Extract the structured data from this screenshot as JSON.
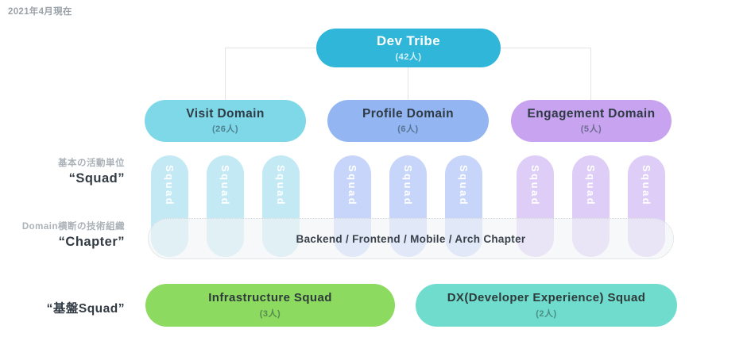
{
  "caption": "2021年4月現在",
  "colors": {
    "tribe": "#2fb6d9",
    "visit": "#7ed8e8",
    "profile": "#93b5f2",
    "engagement": "#c8a3f0",
    "visit_squad": "#c2e9f4",
    "profile_squad": "#c6d5f9",
    "engagement_squad": "#decdf7",
    "infrastructure": "#8cdb60",
    "dx": "#70dccd",
    "connector": "#e3e4e5",
    "dark_text": "#323a43",
    "muted_label": "#abb2b8"
  },
  "tribe": {
    "label": "Dev Tribe",
    "count": "(42人)"
  },
  "domains": [
    {
      "label": "Visit Domain",
      "count": "(26人)",
      "squads": [
        "Squad",
        "Squad",
        "Squad"
      ]
    },
    {
      "label": "Profile Domain",
      "count": "(6人)",
      "squads": [
        "Squad",
        "Squad",
        "Squad"
      ]
    },
    {
      "label": "Engagement Domain",
      "count": "(5人)",
      "squads": [
        "Squad",
        "Squad",
        "Squad"
      ]
    }
  ],
  "row_labels": {
    "squad_sub": "基本の活動単位",
    "squad_main": "“Squad”",
    "chapter_sub": "Domain横断の技術組織",
    "chapter_main": "“Chapter”",
    "foundation_main": "“基盤Squad”"
  },
  "chapter": {
    "label": "Backend / Frontend / Mobile / Arch Chapter"
  },
  "foundation_squads": [
    {
      "label": "Infrastructure Squad",
      "count": "(3人)"
    },
    {
      "label": "DX(Developer Experience) Squad",
      "count": "(2人)"
    }
  ]
}
